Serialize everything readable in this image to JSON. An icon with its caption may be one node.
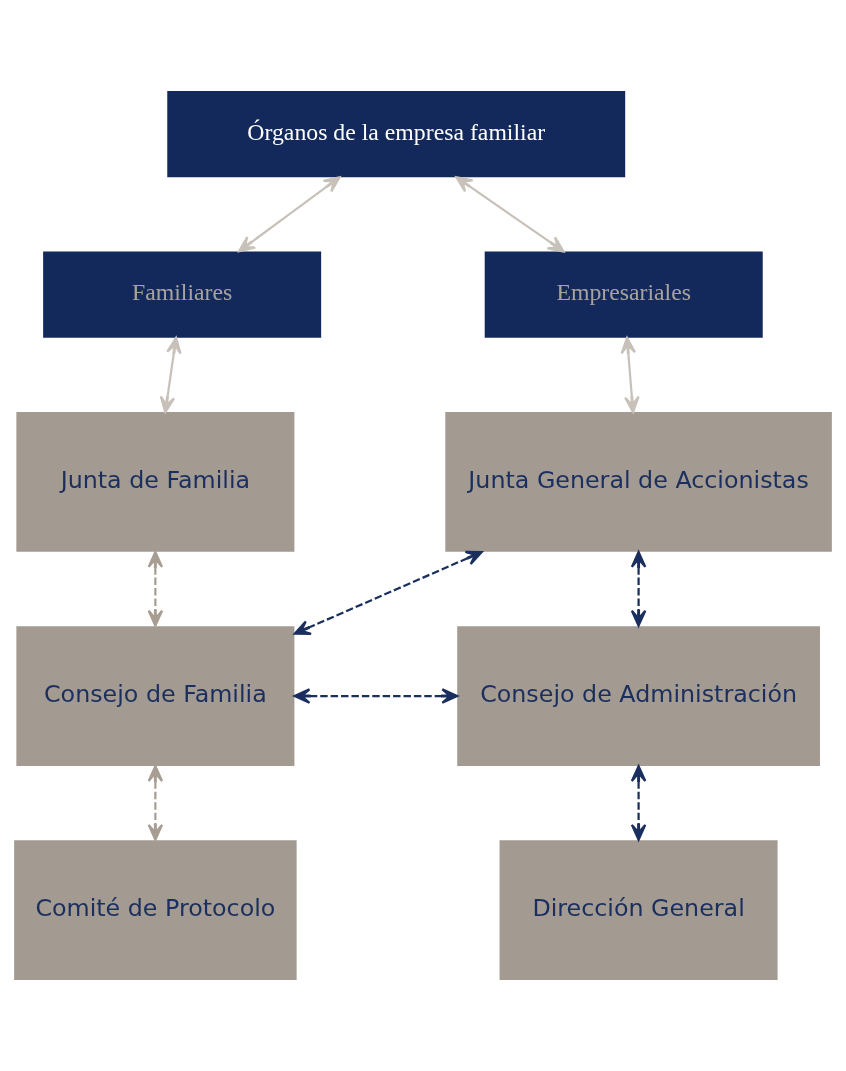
{
  "diagram": {
    "nodes": [
      {
        "text": [
          "Órganos de la empresa familiar"
        ]
      },
      {
        "text": [
          "Familiares"
        ]
      },
      {
        "text": [
          "Empresariales"
        ]
      },
      {
        "text": [
          "Junta de Familia"
        ]
      },
      {
        "text": [
          "Junta General de Accionistas"
        ]
      },
      {
        "text": [
          "Consejo de Familia"
        ]
      },
      {
        "text": [
          "Consejo de Administración"
        ]
      },
      {
        "text": [
          "Comité de Protocolo"
        ]
      },
      {
        "text": [
          "Dirección General"
        ]
      }
    ],
    "edges": [
      {
        "from": 0,
        "to": 1,
        "arrow": "both"
      },
      {
        "from": 0,
        "to": 2,
        "arrow": "both"
      },
      {
        "from": 1,
        "to": 3,
        "arrow": "both"
      },
      {
        "from": 2,
        "to": 4,
        "arrow": "both"
      },
      {
        "from": 3,
        "to": 5,
        "arrow": "both",
        "style": "dashed",
        "color": "#a89d92"
      },
      {
        "from": 4,
        "to": 5,
        "arrow": "both",
        "style": "dashed",
        "color": "#1b2f5e"
      },
      {
        "from": 4,
        "to": 6,
        "arrow": "both",
        "style": "dashed",
        "color": "#1b2f5e"
      },
      {
        "from": 5,
        "to": 6,
        "arrow": "both",
        "style": "dashed",
        "color": "#1b2f5e"
      },
      {
        "from": 5,
        "to": 7,
        "arrow": "both",
        "style": "dashed",
        "color": "#a89d92"
      },
      {
        "from": 6,
        "to": 8,
        "arrow": "both",
        "style": "dashed",
        "color": "#1b2f5e"
      }
    ]
  }
}
